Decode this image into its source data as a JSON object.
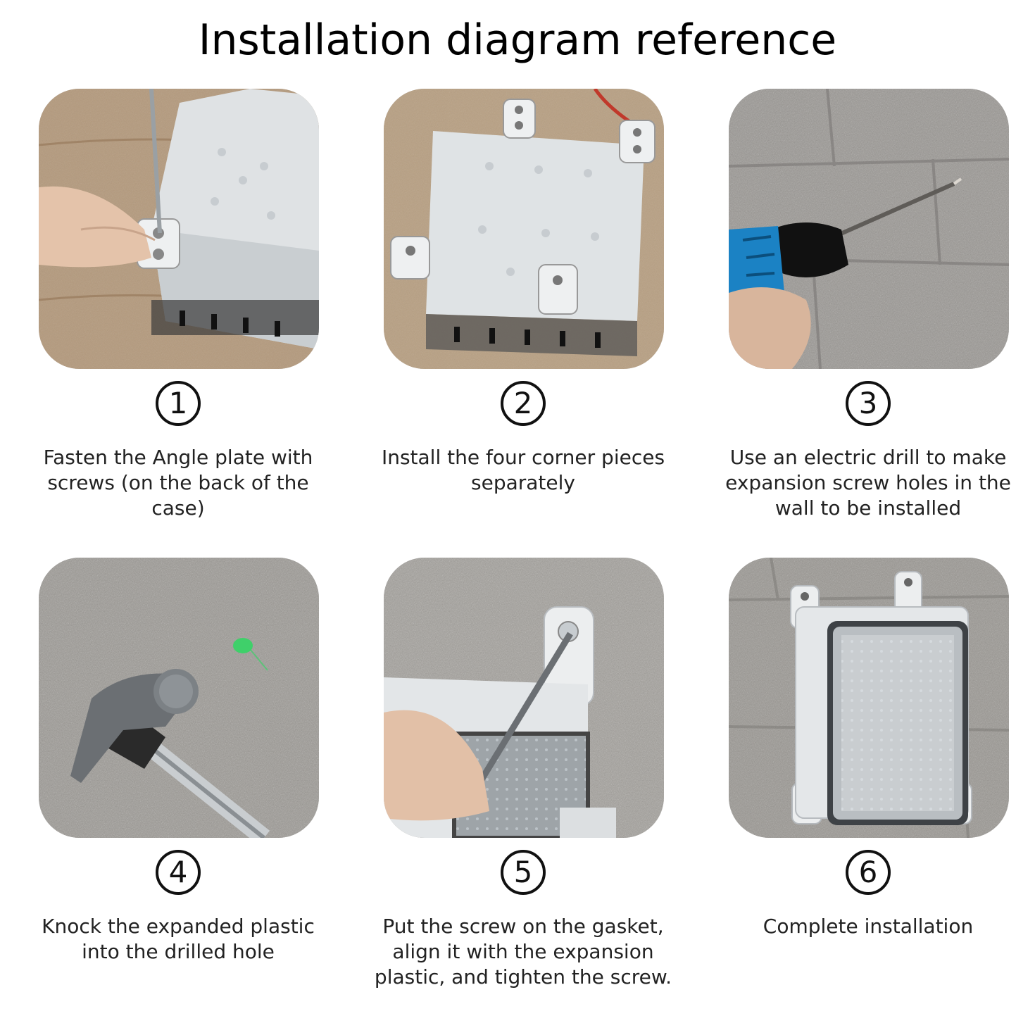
{
  "title": "Installation diagram reference",
  "steps": [
    {
      "number": "1",
      "caption": "Fasten the Angle plate with screws (on the back of the case)"
    },
    {
      "number": "2",
      "caption": "Install the four corner pieces separately"
    },
    {
      "number": "3",
      "caption": "Use an electric drill to make expansion screw holes in the wall to be installed"
    },
    {
      "number": "4",
      "caption": "Knock the expanded plastic into the drilled hole"
    },
    {
      "number": "5",
      "caption": "Put the screw on the gasket, align it with the expansion plastic, and tighten the screw."
    },
    {
      "number": "6",
      "caption": "Complete installation"
    }
  ]
}
